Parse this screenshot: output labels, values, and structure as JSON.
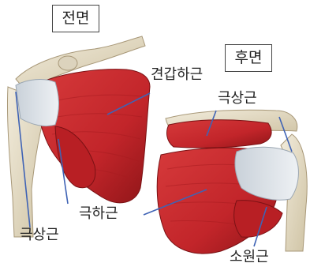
{
  "view_labels": {
    "front": "전면",
    "back": "후면"
  },
  "callouts": {
    "subscapularis": "견갑하근",
    "supraspinatus_back": "극상근",
    "infraspinatus": "극하근",
    "supraspinatus_front": "극상근",
    "teres_minor": "소원근"
  },
  "colors": {
    "muscle": "#c8262a",
    "muscle_dark": "#8e1518",
    "tendon": "#d7dde3",
    "bone": "#e6dcc4",
    "leader_line": "#3f63b5"
  }
}
